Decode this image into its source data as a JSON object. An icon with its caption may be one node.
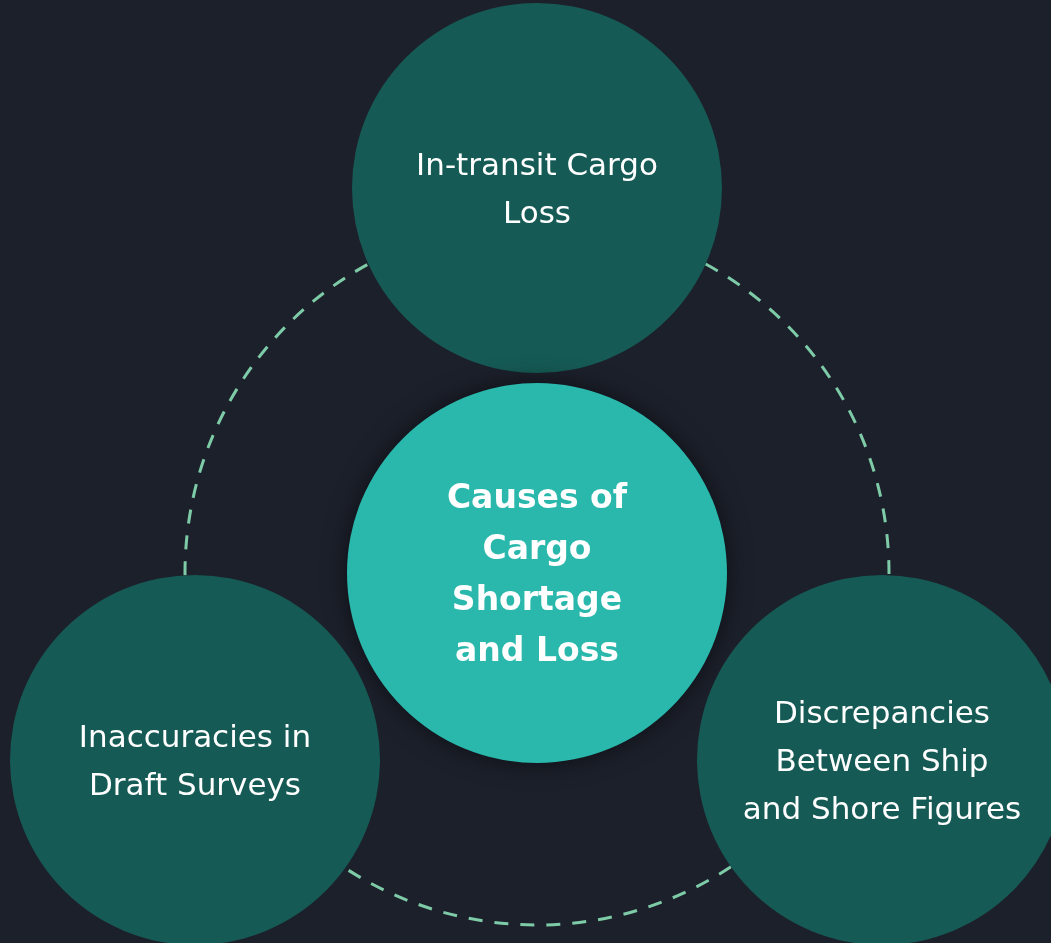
{
  "diagram": {
    "nodes": [
      {
        "text": [
          "In-transit Cargo Loss"
        ]
      },
      {
        "text": [
          "Causes of Cargo Shortage and Loss"
        ]
      },
      {
        "text": [
          "Inaccuracies in Draft Surveys"
        ]
      },
      {
        "text": [
          "Discrepancies Between Ship and Shore Figures"
        ]
      }
    ],
    "edges": [
      {
        "from": 0,
        "to": 3,
        "arrow": "none",
        "style": "dashed"
      },
      {
        "from": 3,
        "to": 2,
        "arrow": "none",
        "style": "dashed"
      },
      {
        "from": 2,
        "to": 0,
        "arrow": "none",
        "style": "dashed"
      }
    ]
  }
}
